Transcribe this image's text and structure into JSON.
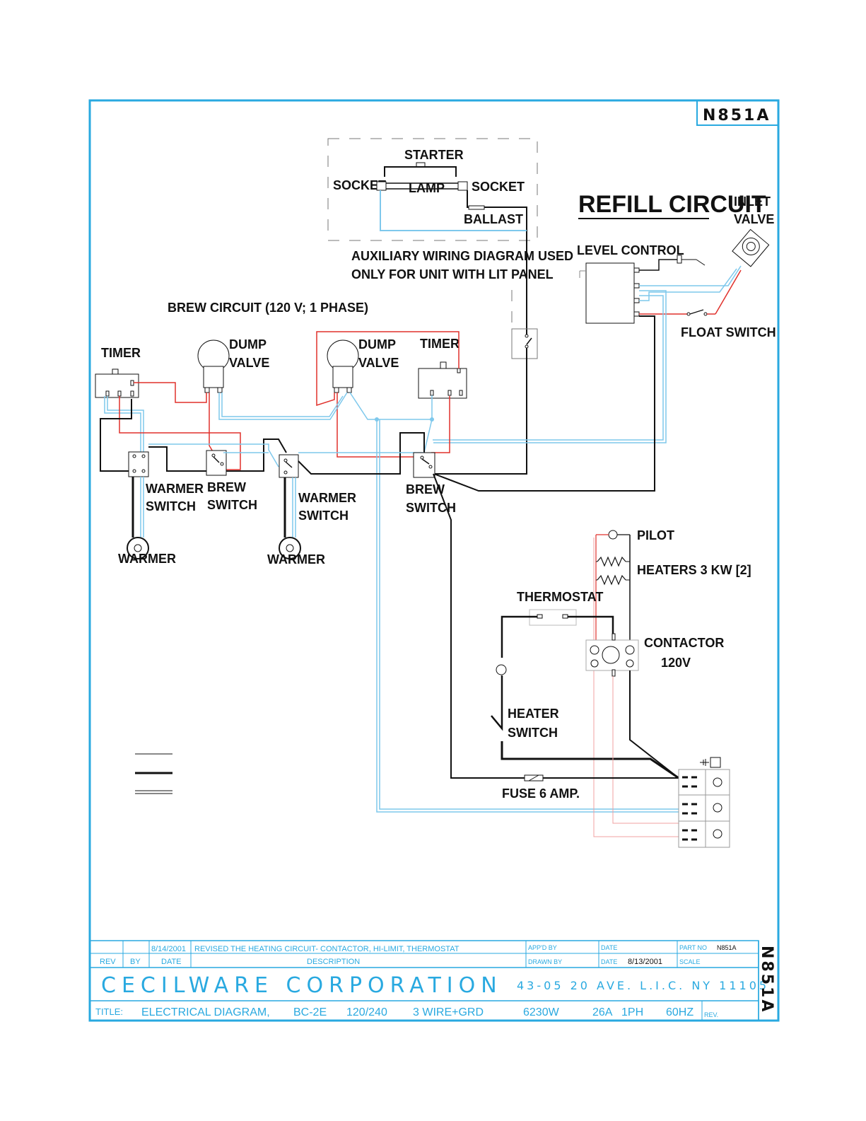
{
  "drawing": {
    "part_number_box": "N851A",
    "part_number_side": "N851A"
  },
  "labels": {
    "starter": "STARTER",
    "socket_left": "SOCKET",
    "lamp": "LAMP",
    "socket_right": "SOCKET",
    "ballast": "BALLAST",
    "aux_line1": "AUXILIARY WIRING DIAGRAM USED",
    "aux_line2": "ONLY FOR UNIT WITH LIT PANEL",
    "refill_circuit": "REFILL CIRCUIT",
    "inlet_valve_1": "INLET",
    "inlet_valve_2": "VALVE",
    "level_control": "LEVEL CONTROL",
    "float_switch": "FLOAT SWITCH",
    "brew_circuit": "BREW CIRCUIT (120 V; 1 PHASE)",
    "timer_left": "TIMER",
    "dump_valve_1a": "DUMP",
    "dump_valve_1b": "VALVE",
    "dump_valve_2a": "DUMP",
    "dump_valve_2b": "VALVE",
    "timer_right": "TIMER",
    "warmer_switch_1a": "WARMER",
    "warmer_switch_1b": "SWITCH",
    "brew_switch_1a": "BREW",
    "brew_switch_1b": "SWITCH",
    "warmer_switch_2a": "WARMER",
    "warmer_switch_2b": "SWITCH",
    "brew_switch_2a": "BREW",
    "brew_switch_2b": "SWITCH",
    "warmer_1": "WARMER",
    "warmer_2": "WARMER",
    "pilot": "PILOT",
    "heaters": "HEATERS 3 KW [2]",
    "thermostat": "THERMOSTAT",
    "contactor_1": "CONTACTOR",
    "contactor_2": "120V",
    "heater_switch_1": "HEATER",
    "heater_switch_2": "SWITCH",
    "fuse": "FUSE 6 AMP."
  },
  "title_block": {
    "rev_date": "8/14/2001",
    "rev_description": "REVISED THE HEATING CIRCUIT- CONTACTOR, HI-LIMIT, THERMOSTAT",
    "col_rev": "REV",
    "col_by": "BY",
    "col_date": "DATE",
    "col_description": "DESCRIPTION",
    "appd_by": "APP'D BY",
    "date_label_1": "DATE",
    "part_no_label": "PART NO",
    "part_no_value": "N851A",
    "drawn_by": "DRAWN BY",
    "date_label_2": "DATE",
    "drawn_date": "8/13/2001",
    "scale": "SCALE",
    "company": "CECILWARE CORPORATION",
    "address": "43-05  20 AVE. L.I.C.  NY  11105",
    "title_label": "TITLE:",
    "title_text": "ELECTRICAL  DIAGRAM,",
    "model": "BC-2E",
    "voltage": "120/240",
    "wires": "3  WIRE+GRD",
    "watts": "6230W",
    "amps": "26A",
    "phase": "1PH",
    "hz": "60HZ",
    "rev_label": "REV."
  },
  "colors": {
    "frame": "#29a9e0",
    "wire_black": "#111111",
    "wire_red": "#e0312c",
    "wire_blue": "#7ec8ec"
  }
}
